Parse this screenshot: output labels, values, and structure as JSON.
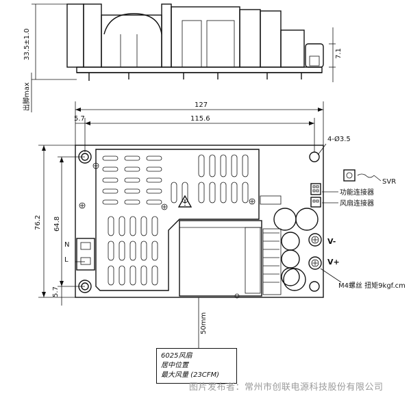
{
  "dimensions": {
    "height_top": "33.5±1.0",
    "height_right": "7.1",
    "output_height_max": "出脚max",
    "width_total": "127",
    "width_inner": "115.6",
    "left_offset": "5.7",
    "mounting_holes": "4-Ø3.5",
    "height_total": "76.2",
    "height_inner": "64.8",
    "bottom_offset": "5.7",
    "fan_offset": "50mm"
  },
  "labels": {
    "svr": "SVR",
    "connector_function": "功能连接器",
    "connector_fan": "风扇连接器",
    "v_minus": "V-",
    "v_plus": "V+",
    "screw_note": "M4螺丝 扭矩9kgf.cm",
    "input_n": "N",
    "input_l": "L"
  },
  "fan_box": {
    "line1": "6025风扇",
    "line2": "居中位置",
    "line3": "最大风量 (23CFM)"
  },
  "watermark": "图片发布者：常州市创联电源科技股份有限公司"
}
